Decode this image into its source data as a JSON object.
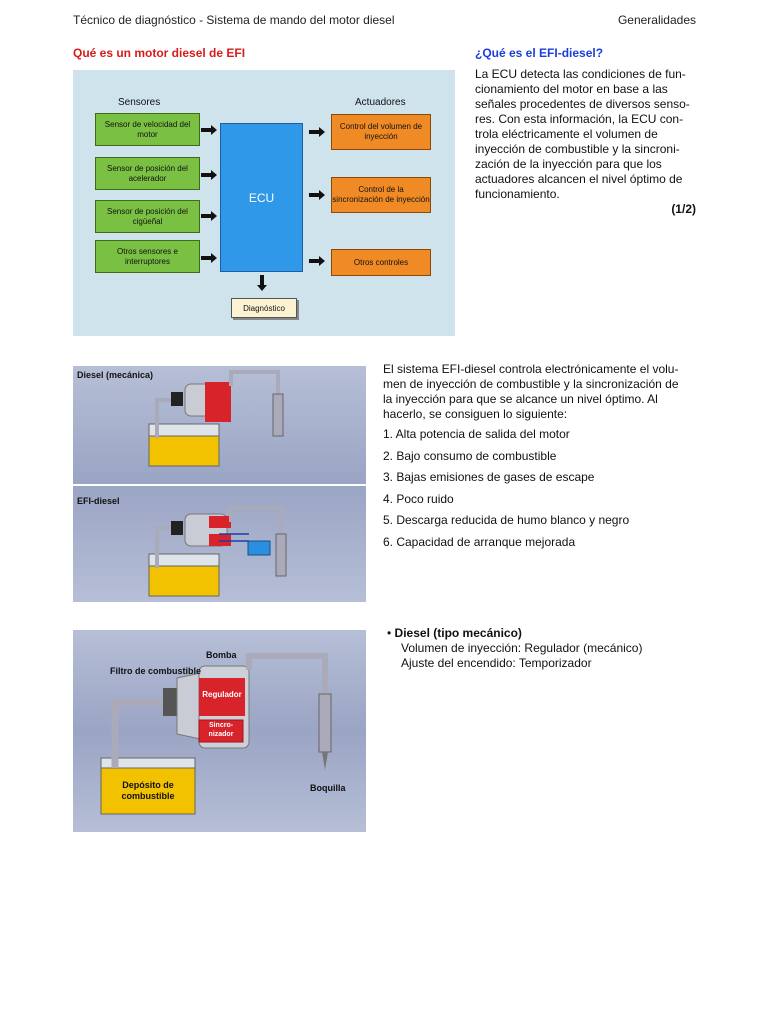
{
  "header": {
    "left": "Técnico de diagnóstico - Sistema de mando del motor diesel",
    "right": "Generalidades"
  },
  "section1": {
    "title": "Qué es un motor diesel de EFI",
    "diagram": {
      "sensors_label": "Sensores",
      "actuators_label": "Actuadores",
      "sensors": [
        "Sensor de velocidad del motor",
        "Sensor de posición del acelerador",
        "Sensor de posición del cigüeñal",
        "Otros sensores e interruptores"
      ],
      "ecu": "ECU",
      "actuators": [
        "Control del volumen de inyección",
        "Control de la sincronización de inyección",
        "Otros controles"
      ],
      "diagnostic": "Diagnóstico"
    }
  },
  "side": {
    "title": "¿Qué es el EFI-diesel?",
    "lines": [
      "La ECU detecta las condiciones de fun-",
      "cionamiento del motor en base a las",
      "señales procedentes de diversos senso-",
      "res. Con esta información, la ECU con-",
      "trola eléctricamente el volumen de",
      "inyección de combustible y la sincroni-",
      "zación de la inyección para que los",
      "actuadores alcancen el nivel óptimo de",
      "funcionamiento."
    ],
    "page": "(1/2)"
  },
  "section2": {
    "label_top": "Diesel (mecánica)",
    "label_bottom": "EFI-diesel",
    "lines": [
      "El sistema EFI-diesel controla electrónicamente el volu-",
      "men de inyección de combustible y la sincronización de",
      "la inyección para que se alcance un nivel óptimo. Al",
      "hacerlo, se consiguen lo siguiente:"
    ],
    "list": [
      "1.  Alta potencia de salida del motor",
      "2.  Bajo consumo de combustible",
      "3.  Bajas emisiones de gases de escape",
      "4.  Poco ruido",
      "5.  Descarga reducida de humo blanco y negro",
      "6.  Capacidad de arranque mejorada"
    ]
  },
  "section3": {
    "labels": {
      "filter": "Filtro de combustible",
      "pump": "Bomba",
      "governor": "Regulador",
      "timer": "Sincro- nizador",
      "tank": "Depósito de combustible",
      "nozzle": "Boquilla"
    },
    "bullet_head": "Diesel (tipo mecánico)",
    "bullet_lines": [
      "Volumen de inyección: Regulador (mecánico)",
      "Ajuste del encendido: Temporizador"
    ]
  }
}
